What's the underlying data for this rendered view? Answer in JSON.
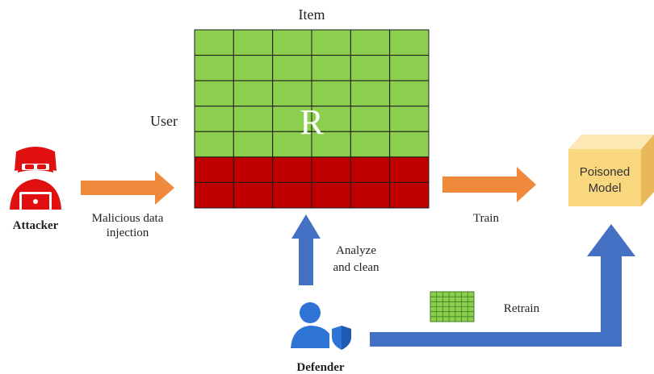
{
  "matrix": {
    "column_label": "Item",
    "row_label": "User",
    "center_label": "R",
    "cols": 6,
    "clean_rows": 5,
    "poisoned_rows": 2,
    "clean_color": "#8ccf4f",
    "poisoned_color": "#c00000"
  },
  "attacker": {
    "label": "Attacker",
    "icon": "hacker-icon",
    "arrow_label": [
      "Malicious data",
      "injection"
    ]
  },
  "train": {
    "label": "Train"
  },
  "model": {
    "label": [
      "Poisoned",
      "Model"
    ],
    "color": "#f9d77e"
  },
  "defender": {
    "label": "Defender",
    "icon": "defender-shield-icon",
    "analyze_label": [
      "Analyze",
      "and clean"
    ],
    "retrain_label": "Retrain",
    "mini_matrix_rows": 6,
    "mini_matrix_cols": 7
  },
  "colors": {
    "arrow_orange": "#ef8a3c",
    "arrow_blue": "#4471c4",
    "attacker_red": "#e01010",
    "defender_blue": "#2e74d6"
  }
}
